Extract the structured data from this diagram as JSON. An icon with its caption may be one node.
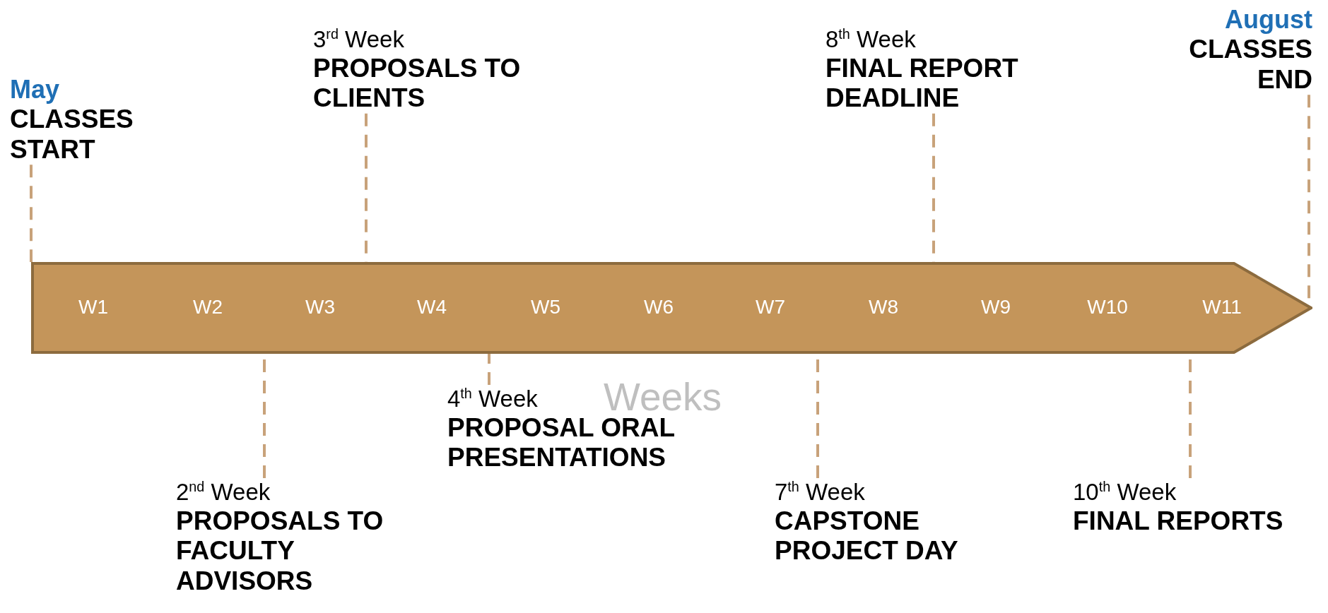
{
  "diagram": {
    "nodes": [
      {
        "text": [
          "W1",
          "W2",
          "W3",
          "W4",
          "W5",
          "W6",
          "W7",
          "W8",
          "W9",
          "W10",
          "W11"
        ]
      },
      {
        "text": [
          "May",
          "CLASSES START"
        ]
      },
      {
        "text": [
          "2$^{nd}$ Week",
          "PROPOSALS TO FACULTY ADVISORS"
        ]
      },
      {
        "text": [
          "3$^{rd}$ Week",
          "PROPOSALS TO CLIENTS"
        ]
      },
      {
        "text": [
          "4$^{th}$ Week",
          "PROPOSAL ORAL PRESENTATIONS"
        ]
      },
      {
        "text": [
          "7$^{th}$ Week",
          "CAPSTONE PROJECT DAY"
        ]
      },
      {
        "text": [
          "8$^{th}$ Week",
          "FINAL REPORT DEADLINE"
        ]
      },
      {
        "text": [
          "10$^{th}$ Week",
          "FINAL REPORTS"
        ]
      },
      {
        "text": [
          "August",
          "CLASSES END"
        ]
      }
    ],
    "edges": [
      {
        "from": 1,
        "to": 0,
        "arrow": "none",
        "style": "dashed"
      },
      {
        "from": 2,
        "to": 0,
        "arrow": "none",
        "style": "dashed"
      },
      {
        "from": 3,
        "to": 0,
        "arrow": "none",
        "style": "dashed"
      },
      {
        "from": 4,
        "to": 0,
        "arrow": "none",
        "style": "dashed"
      },
      {
        "from": 5,
        "to": 0,
        "arrow": "none",
        "style": "dashed"
      },
      {
        "from": 6,
        "to": 0,
        "arrow": "none",
        "style": "dashed"
      },
      {
        "from": 7,
        "to": 0,
        "arrow": "none",
        "style": "dashed"
      },
      {
        "from": 8,
        "to": 0,
        "arrow": "none",
        "style": "dashed"
      }
    ],
    "labels": [
      "Weeks"
    ]
  }
}
